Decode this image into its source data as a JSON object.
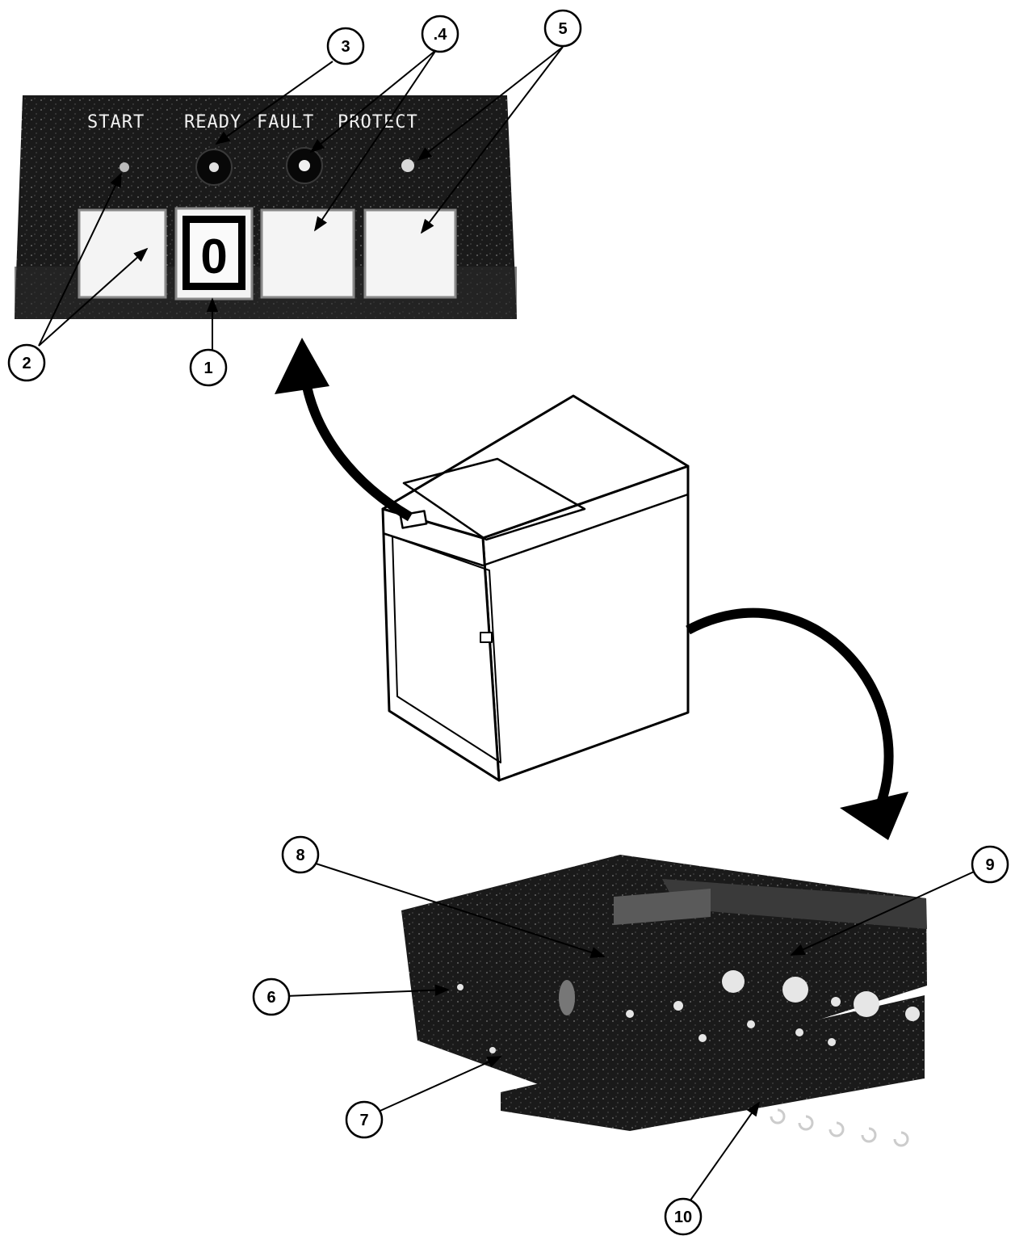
{
  "panel": {
    "labels": {
      "start": "START",
      "ready": "READY",
      "fault": "FAULT",
      "protect": "PROTECT"
    },
    "display_digit": "0"
  },
  "callouts": {
    "c1": "1",
    "c2": "2",
    "c3": "3",
    "c4": ".4",
    "c5": "5",
    "c6": "6",
    "c7": "7",
    "c8": "8",
    "c9": "9",
    "c10": "10"
  },
  "colors": {
    "ink": "#000000",
    "panel_dark": "#141414",
    "paper": "#ffffff"
  }
}
